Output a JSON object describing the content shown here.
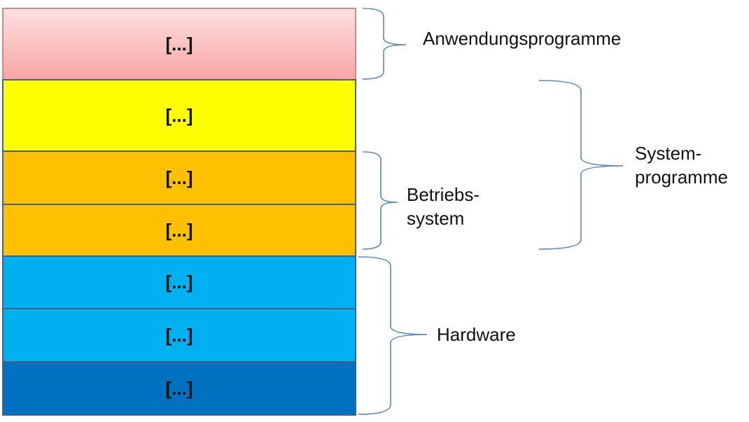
{
  "layers": [
    {
      "label": "[...]"
    },
    {
      "label": "[...]"
    },
    {
      "label": "[...]"
    },
    {
      "label": "[...]"
    },
    {
      "label": "[...]"
    },
    {
      "label": "[...]"
    },
    {
      "label": "[...]"
    }
  ],
  "groups": {
    "anwendungsprogramme": {
      "label": "Anwendungsprogramme"
    },
    "systemprogramme": {
      "line1": "System-",
      "line2": "programme"
    },
    "betriebssystem": {
      "line1": "Betriebs-",
      "line2": "system"
    },
    "hardware": {
      "label": "Hardware"
    }
  },
  "colors": {
    "brace": "#5b87b8",
    "application": "#f9a5a5",
    "system": "#ffff00",
    "os": "#ffc000",
    "hardware_light": "#00b0f0",
    "hardware_dark": "#0070c0"
  }
}
